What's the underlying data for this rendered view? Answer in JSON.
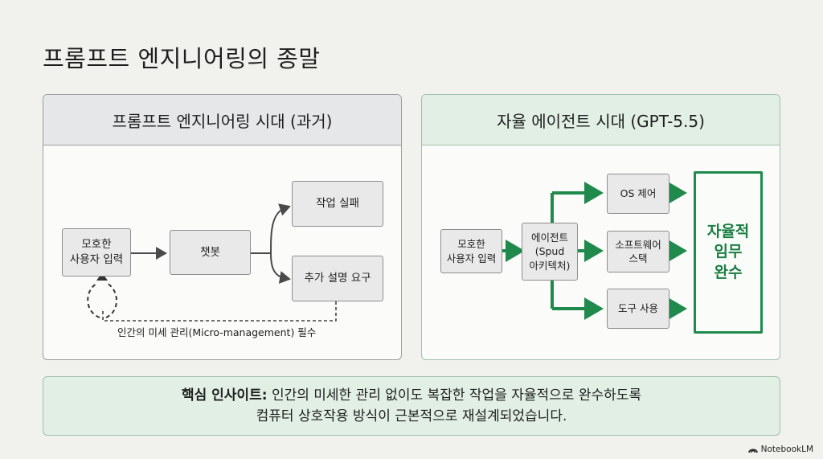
{
  "title": "프롬프트 엔지니어링의 종말",
  "left_panel": {
    "header": "프롬프트 엔지니어링 시대 (과거)",
    "input_node": [
      "모호한",
      "사용자 입력"
    ],
    "chatbot_node": "챗봇",
    "fail_node": "작업 실패",
    "more_node": "추가 설명 요구",
    "loop_note": "인간의 미세 관리(Micro-management) 필수"
  },
  "right_panel": {
    "header": "자율 에이전트 시대 (GPT-5.5)",
    "input_node": [
      "모호한",
      "사용자 입력"
    ],
    "agent_node": [
      "에이전트",
      "(Spud",
      "아키텍처)"
    ],
    "os_node": "OS 제어",
    "software_node": [
      "소프트웨어",
      "스택"
    ],
    "tool_node": "도구 사용",
    "result_node": [
      "자율적",
      "임무",
      "완수"
    ]
  },
  "insight": {
    "label": "핵심 인사이트",
    "line1": "인간의 미세한 관리 없이도 복잡한 작업을 자율적으로 완수하도록",
    "line2": "컴퓨터 상호작용 방식이 근본적으로 재설계되었습니다."
  },
  "brand": "NotebookLM",
  "colors": {
    "accent_green": "#1f8a4c",
    "panel_green": "#e1efe4",
    "panel_gray": "#e6e7e9",
    "arrow_gray": "#4a4a4a"
  },
  "icons": [
    "notebooklm-logo-icon"
  ]
}
